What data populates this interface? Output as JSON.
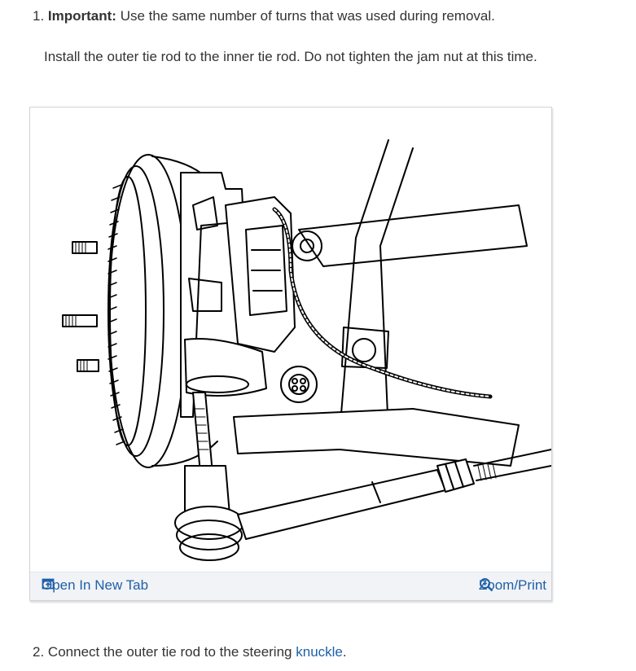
{
  "step1": {
    "number": "1.",
    "important_label": "Important:",
    "important_text": "Use the same number of turns that was used during removal.",
    "instruction": "Install the outer tie rod to the inner tie rod. Do not tighten the jam nut at this time."
  },
  "figure": {
    "open_tab_label": "Open In New Tab",
    "open_tab_icon": "open-in-new-tab-icon",
    "zoom_label": "Zoom/Print",
    "zoom_icon": "magnifier-zoom-icon",
    "link_color": "#2060a8"
  },
  "step2": {
    "number": "2.",
    "text": "Connect the outer tie rod to the steering",
    "link_text": "knuckle",
    "end": "."
  }
}
